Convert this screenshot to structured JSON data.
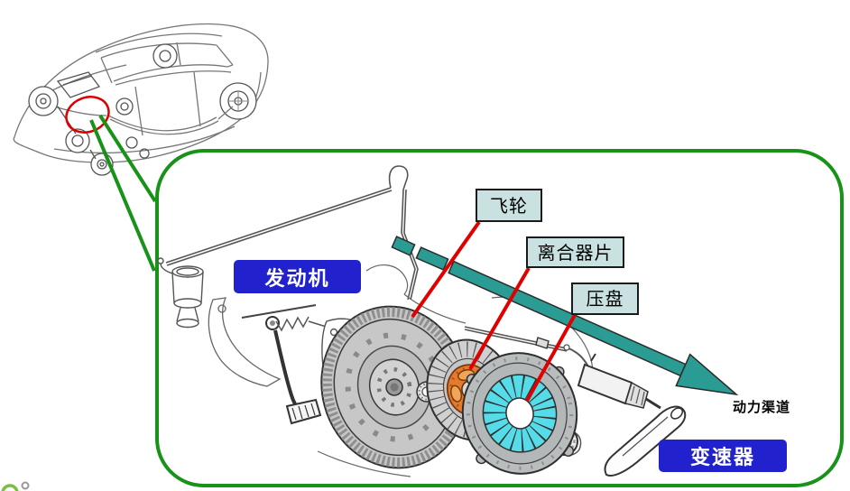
{
  "scene": {
    "inset_icon": "car-drivetrain-sketch",
    "highlight_icon": "red-ellipse-highlight",
    "zoom_link_icon": "magnify-callout-lines"
  },
  "part_labels": [
    {
      "text": "飞轮"
    },
    {
      "text": "离合器片"
    },
    {
      "text": "压盘"
    }
  ],
  "unit_labels": {
    "engine": "发动机",
    "transmission": "变速器"
  },
  "power_arrow": {
    "label": "动力渠道",
    "color": "#2A9C94"
  },
  "colors": {
    "frame_border": "#189218",
    "callout_bg": "#C9E2E1",
    "callout_border": "#1A1A1A",
    "unit_label_bg": "#2121CE",
    "unit_label_text": "#FFFFFF",
    "pointer_red": "#E10000",
    "hub_orange": "#E5792C",
    "diaphragm_cyan": "#55DCE8"
  }
}
